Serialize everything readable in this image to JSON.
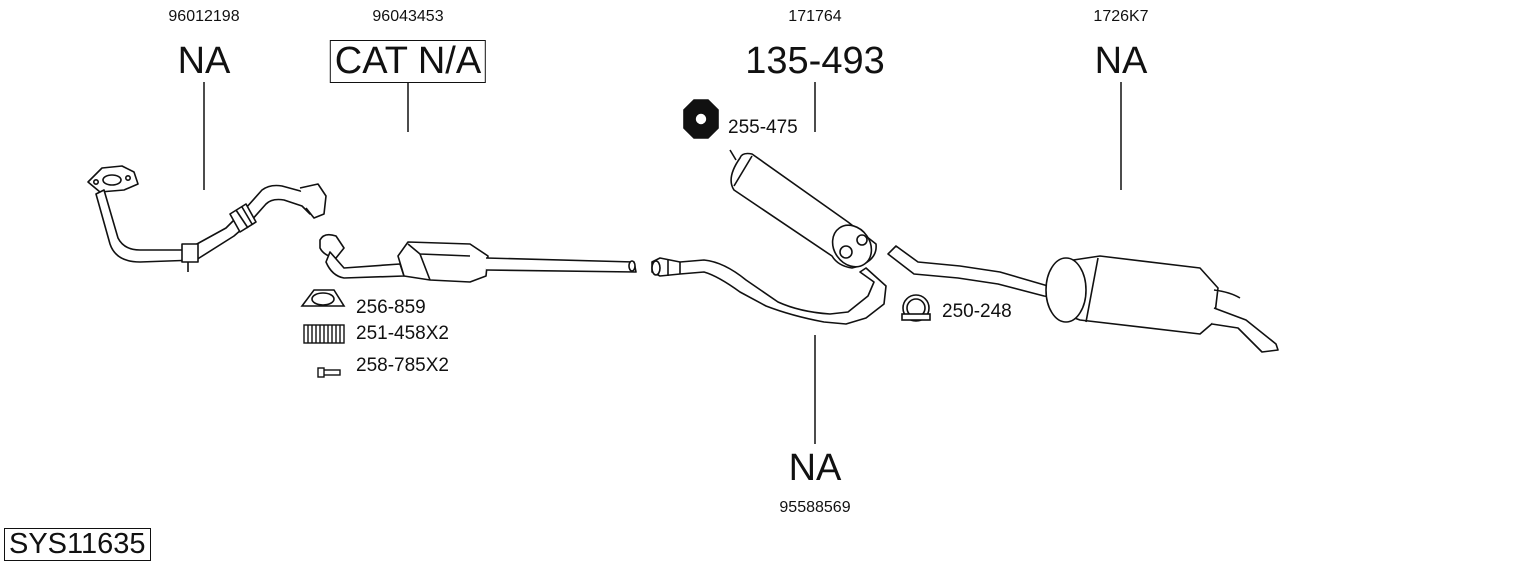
{
  "parts": [
    {
      "id": "front-pipe",
      "oe": "96012198",
      "ref": "NA"
    },
    {
      "id": "catalyst",
      "oe": "96043453",
      "ref": "CAT N/A",
      "boxed": true
    },
    {
      "id": "middle-silencer",
      "oe": "171764",
      "ref": "135-493"
    },
    {
      "id": "rear-silencer",
      "oe": "1726K7",
      "ref": "NA"
    },
    {
      "id": "center-pipe",
      "oe": "95588569",
      "ref": "NA"
    }
  ],
  "accessories": {
    "gasket_flange": "255-475",
    "ring_gasket": "256-859",
    "springs": "251-458X2",
    "bolts": "258-785X2",
    "clamp": "250-248"
  },
  "system_code": "SYS11635"
}
